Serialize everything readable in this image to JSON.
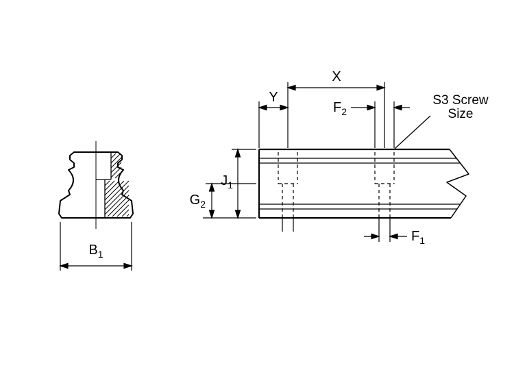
{
  "diagram": {
    "description": "Linear guide rail technical drawing: cross-section (left) and side view (right) with dimension callouts",
    "colors": {
      "line": "#000000",
      "background": "#ffffff"
    }
  },
  "labels": {
    "x": "X",
    "y": "Y",
    "f2": {
      "base": "F",
      "sub": "2"
    },
    "s3": {
      "line1": "S3 Screw",
      "line2": "Size"
    },
    "j1": {
      "base": "J",
      "sub": "1"
    },
    "g2": {
      "base": "G",
      "sub": "2"
    },
    "f1": {
      "base": "F",
      "sub": "1"
    },
    "b1": {
      "base": "B",
      "sub": "1"
    }
  }
}
